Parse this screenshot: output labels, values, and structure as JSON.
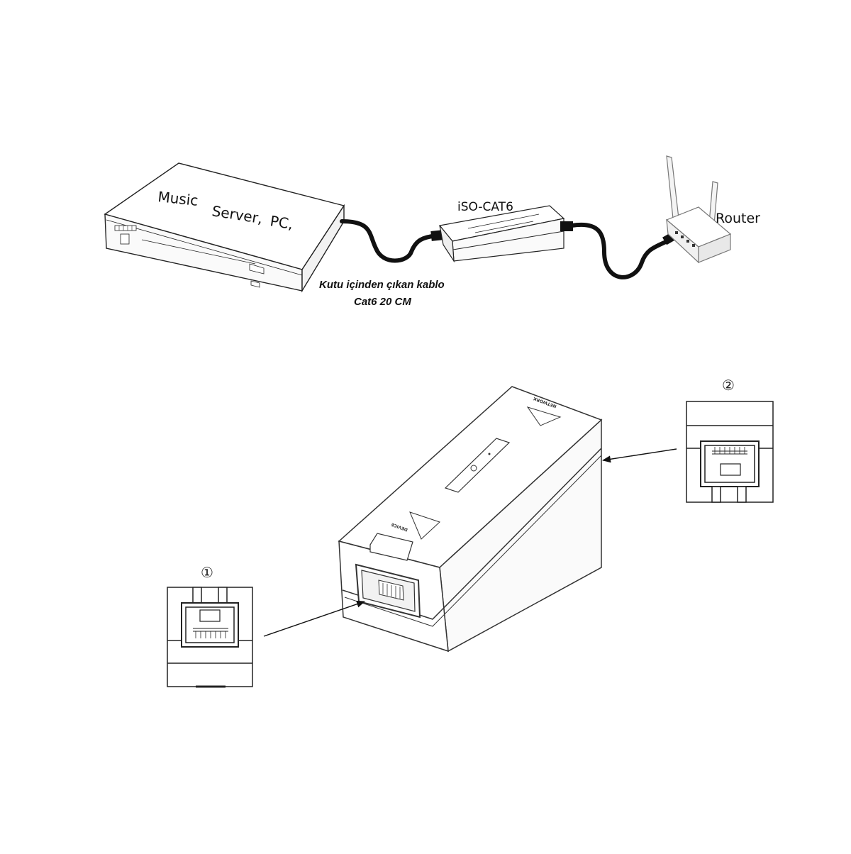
{
  "labels": {
    "music": "Music",
    "server": "Server,",
    "pc": "PC,",
    "device_name": "iSO-CAT6",
    "router": "Router",
    "cable_note_line1": "Kutu içinden çıkan kablo",
    "cable_note_line2": "Cat6 20 CM",
    "port_left_number": "①",
    "port_right_number": "②",
    "port_device_marking": "DEVICE",
    "port_network_marking": "NETWORK"
  },
  "colors": {
    "line": "#222222",
    "cable": "#111111",
    "fill": "#ffffff",
    "shade": "#f2f2f2"
  }
}
